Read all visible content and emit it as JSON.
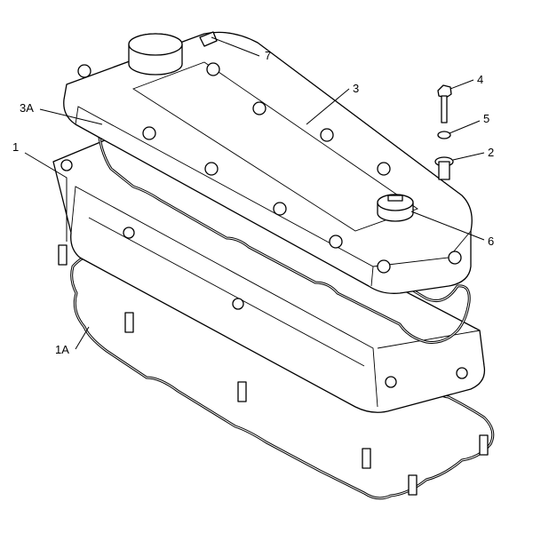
{
  "diagram": {
    "callouts": [
      {
        "id": "7",
        "text": "7"
      },
      {
        "id": "3",
        "text": "3"
      },
      {
        "id": "4",
        "text": "4"
      },
      {
        "id": "5",
        "text": "5"
      },
      {
        "id": "2",
        "text": "2"
      },
      {
        "id": "6",
        "text": "6"
      },
      {
        "id": "3A",
        "text": "3A"
      },
      {
        "id": "1",
        "text": "1"
      },
      {
        "id": "1A",
        "text": "1A"
      }
    ]
  }
}
